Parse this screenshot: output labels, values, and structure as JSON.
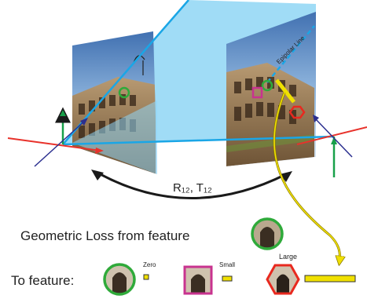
{
  "labels": {
    "epipolar_line": "Epipolar Line",
    "rotation_translation": "R₁₂, T₁₂",
    "geometric_loss": "Geometric Loss from feature",
    "to_feature": "To feature:",
    "loss_zero": "Zero",
    "loss_small": "Small",
    "loss_large": "Large"
  },
  "colors": {
    "ray": "#1aa6e6",
    "frustum": "#8fd6f5",
    "axis_x": "#e8322b",
    "axis_y": "#18a04a",
    "axis_z": "#2b2f8f",
    "marker_green": "#2faa3a",
    "marker_magenta": "#c8338f",
    "marker_red": "#e8291f",
    "correspondence": "#f0e000",
    "baseline_arrow": "#1a1a1a"
  },
  "icons": {
    "left_image": "colosseum-photo-left",
    "right_image": "colosseum-photo-right",
    "reference_patch": "arch-feature-patch",
    "zero_patch": "arch-feature-patch",
    "small_patch": "arch-feature-patch",
    "large_patch": "arch-feature-patch"
  },
  "loss_levels": {
    "zero": 0,
    "small": 0.15,
    "large": 1
  }
}
